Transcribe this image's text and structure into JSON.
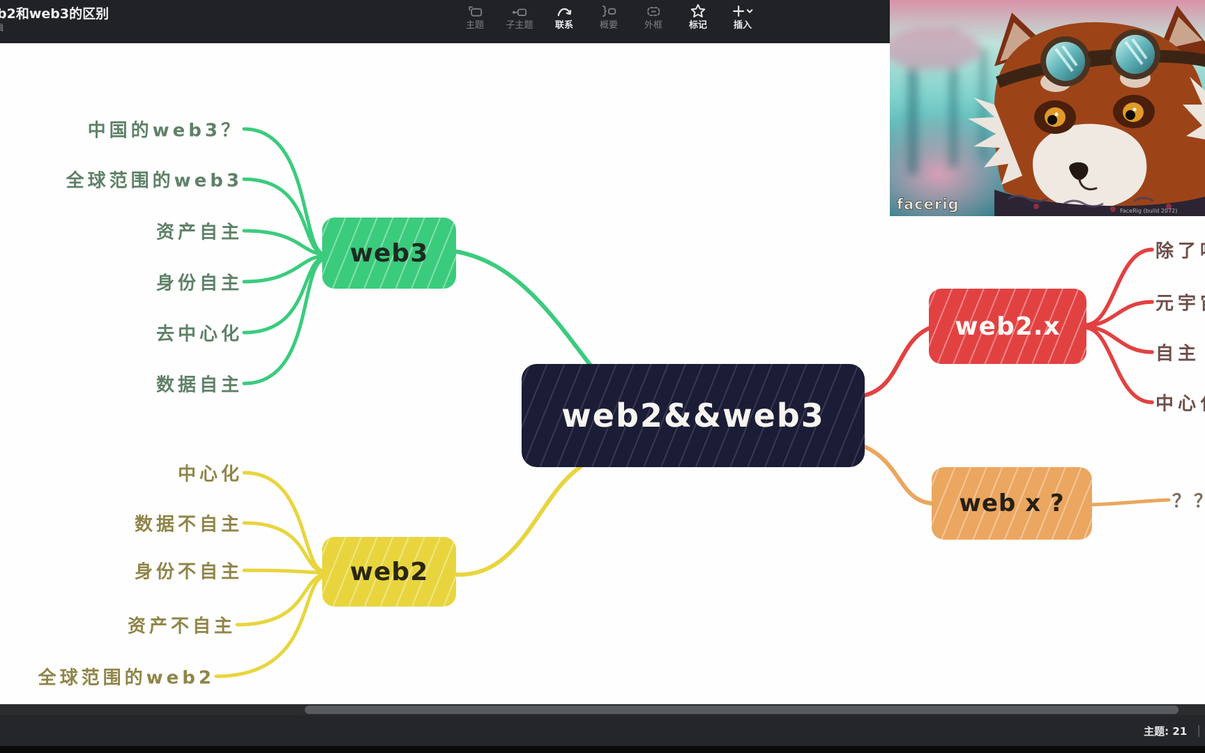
{
  "window": {
    "title_visible": "b2和web3的区别",
    "edited_visible": "辑"
  },
  "toolbar": {
    "items": [
      {
        "label": "主题",
        "icon": "topic-icon",
        "state": "dim"
      },
      {
        "label": "子主题",
        "icon": "subtopic-icon",
        "state": "dim"
      },
      {
        "label": "联系",
        "icon": "relationship-icon",
        "state": "lit"
      },
      {
        "label": "概要",
        "icon": "summary-icon",
        "state": "dim"
      },
      {
        "label": "外框",
        "icon": "boundary-icon",
        "state": "dim"
      },
      {
        "label": "标记",
        "icon": "star-icon",
        "state": "lit"
      },
      {
        "label": "插入",
        "icon": "plus-insert-icon",
        "state": "lit"
      }
    ]
  },
  "mindmap": {
    "central": {
      "label": "web2&&web3",
      "color": "#1b1c36"
    },
    "branches": [
      {
        "label": "web3",
        "color": "#3bcb7d",
        "children": [
          "中国的web3？",
          "全球范围的web3",
          "资产自主",
          "身份自主",
          "去中心化",
          "数据自主"
        ]
      },
      {
        "label": "web2",
        "color": "#e8d53e",
        "children": [
          "中心化",
          "数据不自主",
          "身份不自主",
          "资产不自主",
          "全球范围的web2"
        ]
      },
      {
        "label": "web2.x",
        "color": "#e24141",
        "children": [
          "除了吗",
          "元宇宙",
          "自主",
          "中心化"
        ]
      },
      {
        "label": "web x ?",
        "color": "#eba65f",
        "children": [
          "？？"
        ]
      }
    ]
  },
  "webcam": {
    "watermark": "facerig",
    "build_text": "FaceRig (build 2072)"
  },
  "statusbar": {
    "topics": "主题: 21",
    "separator": "|"
  }
}
